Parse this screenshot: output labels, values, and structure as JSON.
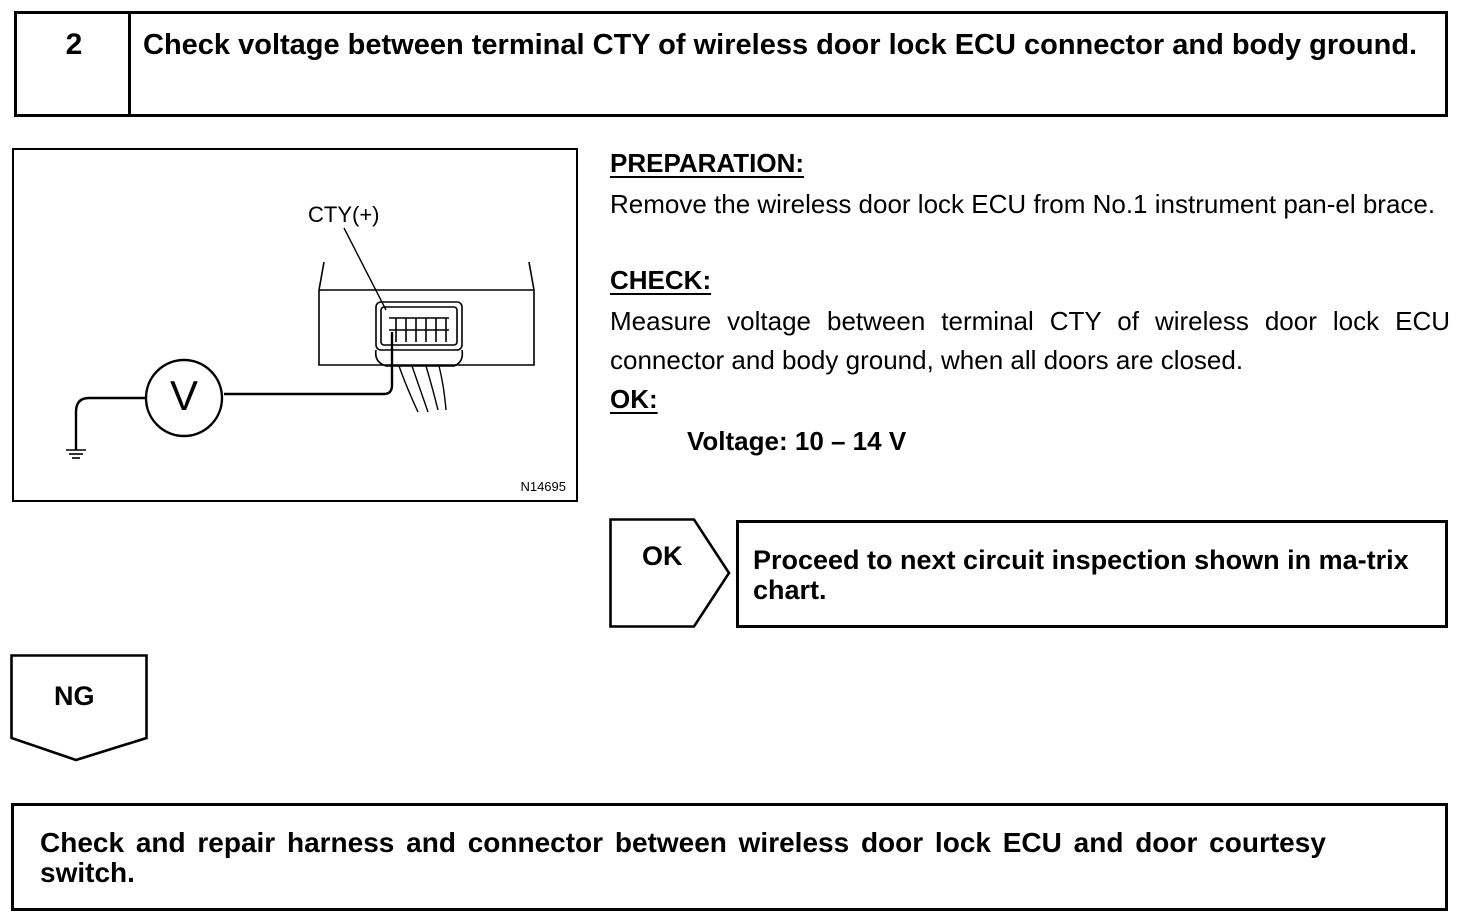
{
  "step": {
    "number": "2",
    "title": "Check voltage between terminal CTY of wireless door lock ECU connector and body ground."
  },
  "figure": {
    "terminal_label": "CTY(+)",
    "meter_symbol": "V",
    "figure_code": "N14695"
  },
  "preparation": {
    "heading": "PREPARATION:",
    "text": "Remove the wireless door lock ECU from No.1 instrument pan-el brace."
  },
  "check": {
    "heading": "CHECK:",
    "text": "Measure voltage between terminal CTY of wireless door lock ECU connector and body ground, when all doors are closed."
  },
  "ok_spec": {
    "heading": "OK:",
    "value": "Voltage: 10 – 14 V"
  },
  "ok_result": {
    "label": "OK",
    "text": "Proceed to next circuit inspection shown in ma-trix chart."
  },
  "ng_result": {
    "label": "NG",
    "text": "Check and repair harness and connector between wireless door lock ECU and door courtesy switch."
  }
}
